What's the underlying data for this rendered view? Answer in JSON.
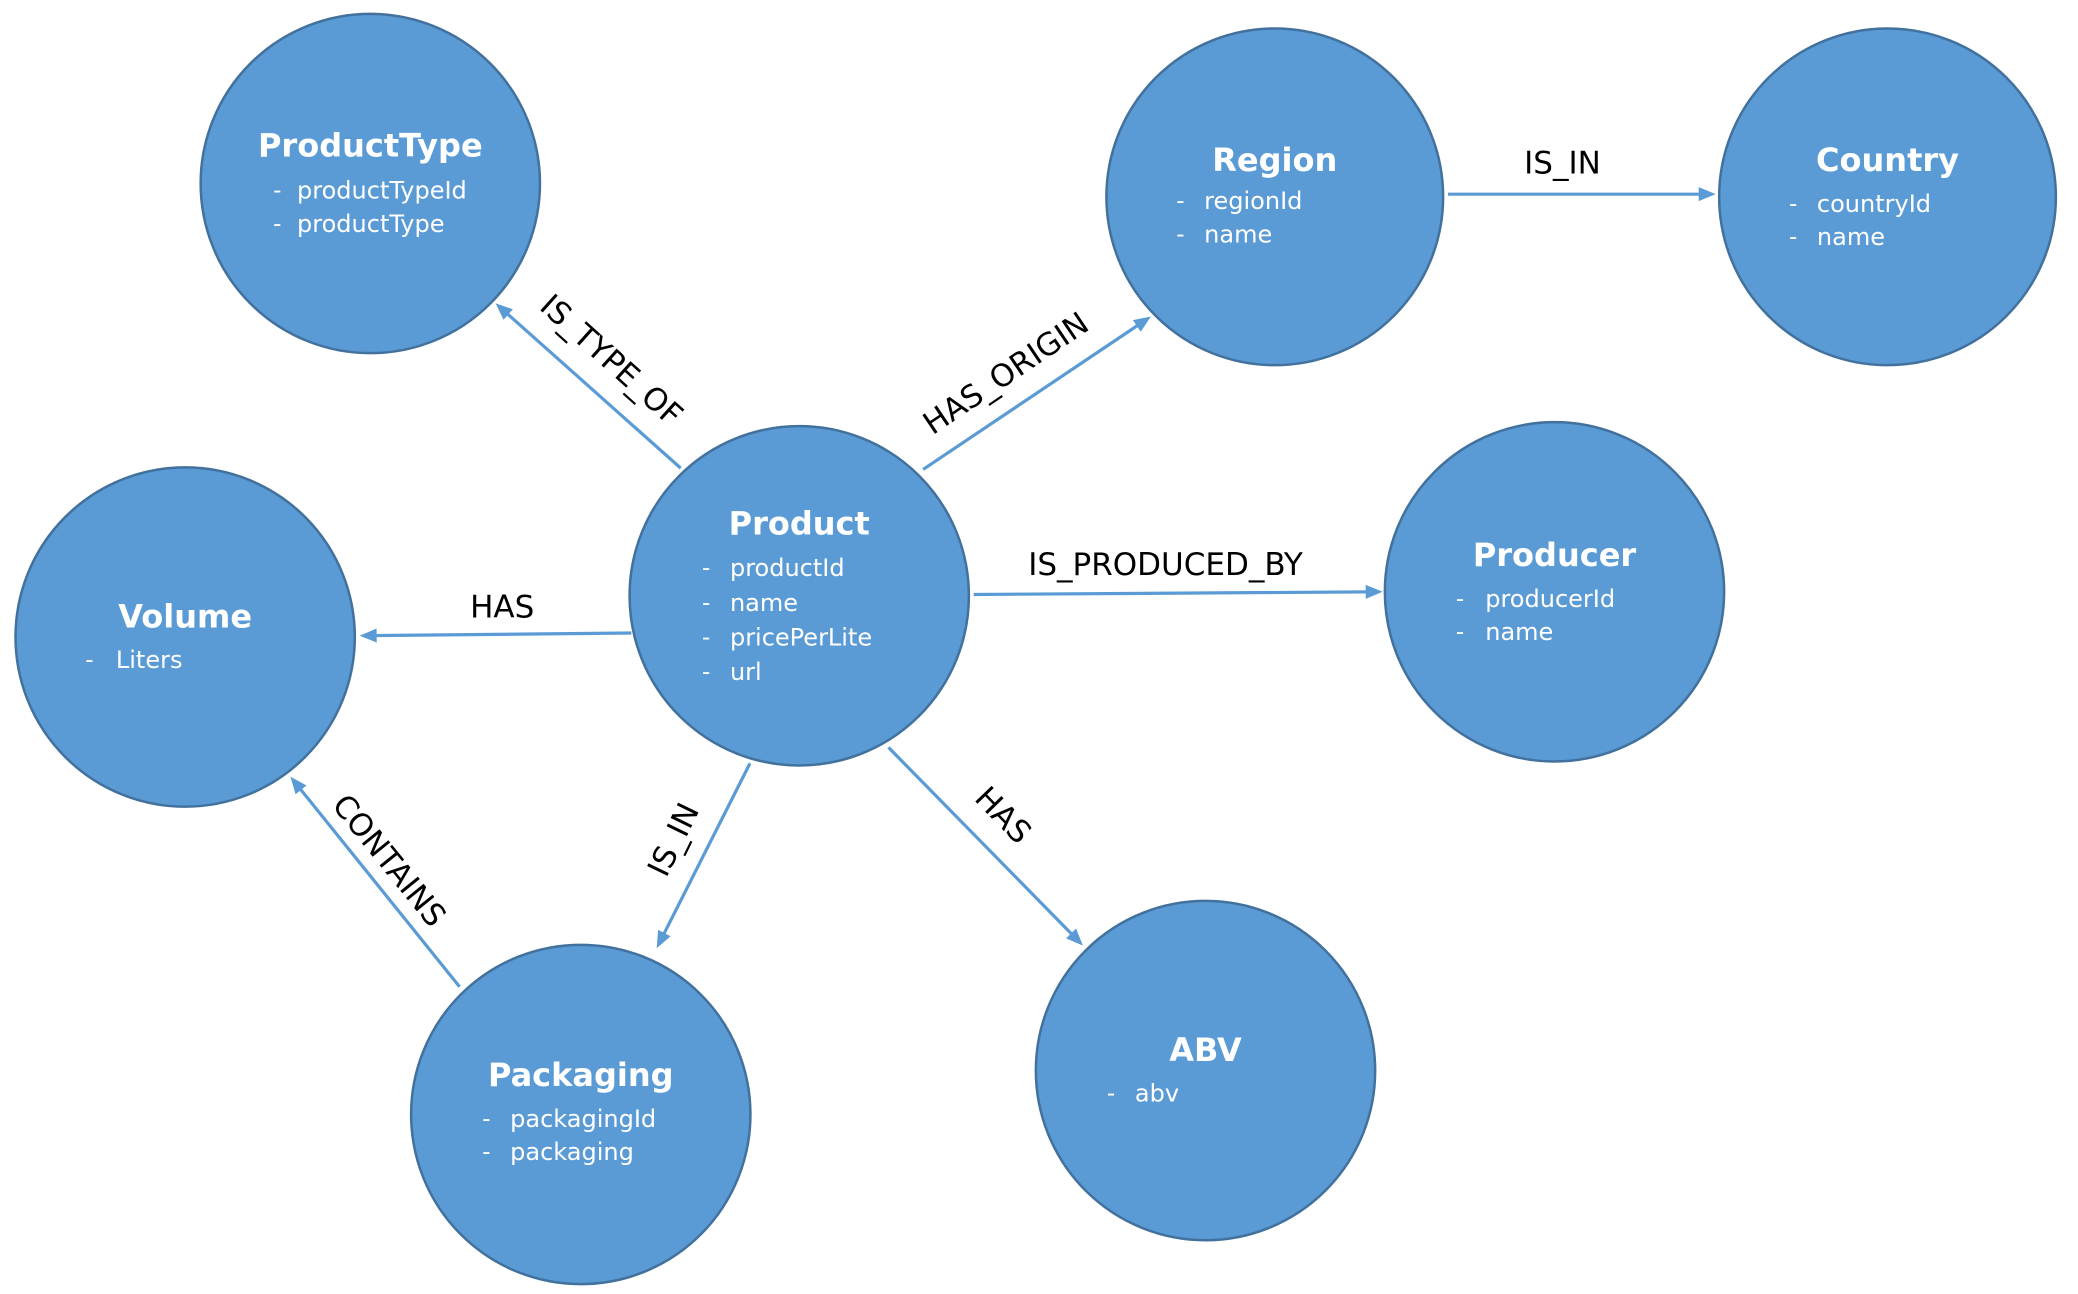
{
  "nodes": [
    {
      "id": "producttype",
      "title": "ProductType",
      "properties": [
        "productTypeId",
        "productType"
      ]
    },
    {
      "id": "region",
      "title": "Region",
      "properties": [
        "regionId",
        "name"
      ]
    },
    {
      "id": "country",
      "title": "Country",
      "properties": [
        "countryId",
        "name"
      ]
    },
    {
      "id": "volume",
      "title": "Volume",
      "properties": [
        "Liters"
      ]
    },
    {
      "id": "product",
      "title": "Product",
      "properties": [
        "productId",
        "name",
        "pricePerLite",
        "url"
      ]
    },
    {
      "id": "producer",
      "title": "Producer",
      "properties": [
        "producerId",
        "name"
      ]
    },
    {
      "id": "packaging",
      "title": "Packaging",
      "properties": [
        "packagingId",
        "packaging"
      ]
    },
    {
      "id": "abv",
      "title": "ABV",
      "properties": [
        "abv"
      ]
    }
  ],
  "edges": [
    {
      "from": "product",
      "to": "producttype",
      "label": "IS_TYPE_OF"
    },
    {
      "from": "product",
      "to": "region",
      "label": "HAS_ORIGIN"
    },
    {
      "from": "region",
      "to": "country",
      "label": "IS_IN"
    },
    {
      "from": "product",
      "to": "volume",
      "label": "HAS"
    },
    {
      "from": "product",
      "to": "producer",
      "label": "IS_PRODUCED_BY"
    },
    {
      "from": "product",
      "to": "packaging",
      "label": "IS_IN"
    },
    {
      "from": "product",
      "to": "abv",
      "label": "HAS"
    },
    {
      "from": "packaging",
      "to": "volume",
      "label": "CONTAINS"
    }
  ],
  "colors": {
    "node_fill": "#5b9bd5",
    "node_stroke": "#41719c",
    "edge": "#5b9bd5",
    "label": "#000000"
  }
}
